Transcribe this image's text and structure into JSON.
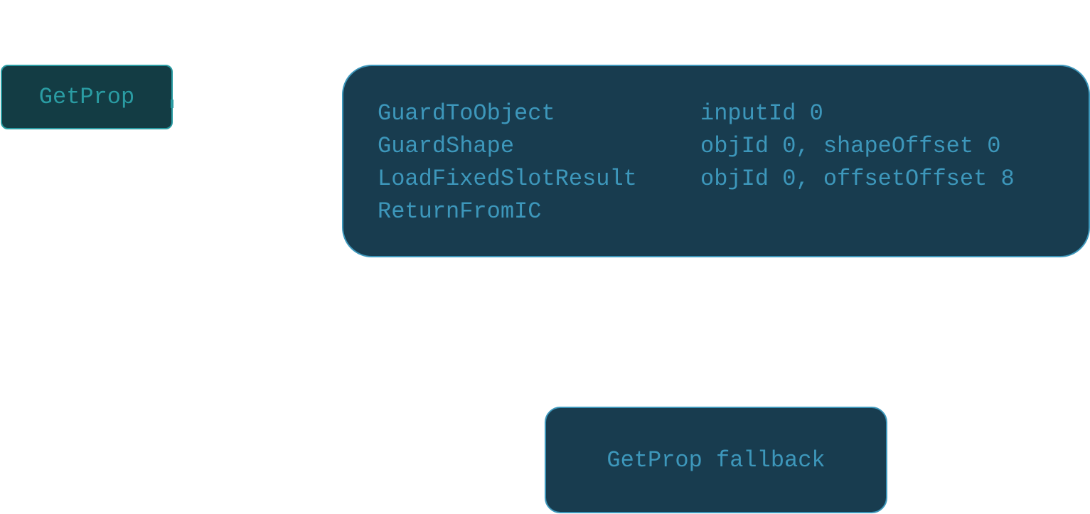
{
  "colors": {
    "background": "#ffffff",
    "entry_fill": "#133c44",
    "entry_border": "#2a9ca3",
    "entry_text": "#2a9ca3",
    "stub_fill": "#183c4f",
    "stub_border": "#3d97bb",
    "stub_text": "#3d97bb"
  },
  "entry": {
    "label": "GetProp"
  },
  "stub": {
    "ops": [
      {
        "name": "GuardToObject",
        "args": "inputId 0"
      },
      {
        "name": "GuardShape",
        "args": "objId 0, shapeOffset 0"
      },
      {
        "name": "LoadFixedSlotResult",
        "args": "objId 0, offsetOffset 8"
      },
      {
        "name": "ReturnFromIC",
        "args": ""
      }
    ]
  },
  "fallback": {
    "label": "GetProp fallback"
  }
}
